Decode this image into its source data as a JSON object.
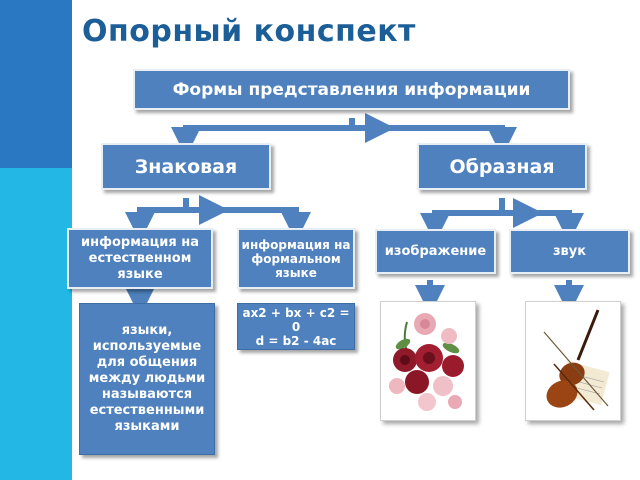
{
  "title": "Опорный конспект",
  "root": "Формы представления информации",
  "sign": "Знаковая",
  "image": "Образная",
  "natural": "информация на естественном языке",
  "formal": "информация на формальном языке",
  "picture": "изображение",
  "sound": "звук",
  "languages": "языки, используемые для общения между людьми называются естественными языками",
  "formula_line1": "ax2 + bx + c2 = 0",
  "formula_line2": "d = b2 - 4ac",
  "colors": {
    "box": "#4e81bd",
    "title": "#1c5e97",
    "sidebar_top": "#2b78c2",
    "sidebar_bottom": "#22b7e5"
  }
}
